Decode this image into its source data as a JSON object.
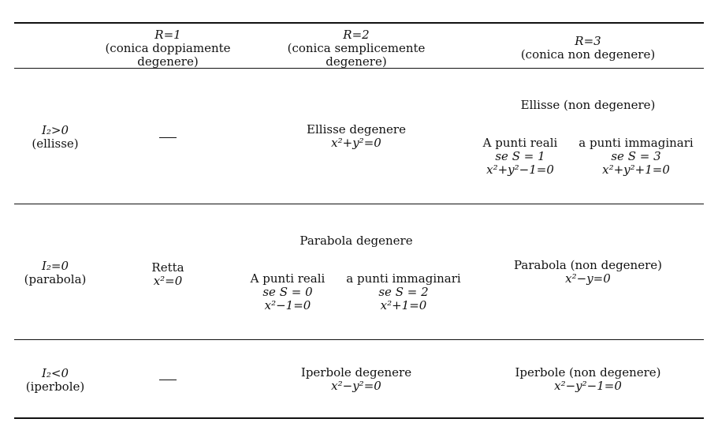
{
  "header": {
    "r1": {
      "label": "R=1",
      "desc_line1": "(conica doppiamente",
      "desc_line2": "degenere)"
    },
    "r2": {
      "label": "R=2",
      "desc_line1": "(conica semplicemente",
      "desc_line2": "degenere)"
    },
    "r3": {
      "label": "R=3",
      "desc_line1": "(conica non degenere)"
    }
  },
  "rows": {
    "ellisse": {
      "label_line1": "I₂>0",
      "label_line2": "(ellisse)",
      "r1": "—",
      "r2_title": "Ellisse degenere",
      "r2_eq": "x²+y²=0",
      "r3_title": "Ellisse (non degenere)",
      "r3_real_title": "A punti reali",
      "r3_real_cond": "se S = 1",
      "r3_real_eq": "x²+y²−1=0",
      "r3_imag_title": "a punti immaginari",
      "r3_imag_cond": "se S = 3",
      "r3_imag_eq": "x²+y²+1=0"
    },
    "parabola": {
      "label_line1": "I₂=0",
      "label_line2": "(parabola)",
      "r1_title": "Retta",
      "r1_eq": "x²=0",
      "r2_title": "Parabola degenere",
      "r2_real_title": "A punti reali",
      "r2_real_cond": "se S = 0",
      "r2_real_eq": "x²−1=0",
      "r2_imag_title": "a punti immaginari",
      "r2_imag_cond": "se S = 2",
      "r2_imag_eq": "x²+1=0",
      "r3_title": "Parabola (non degenere)",
      "r3_eq": "x²−y=0"
    },
    "iperbole": {
      "label_line1": "I₂<0",
      "label_line2": "(iperbole)",
      "r1": "—",
      "r2_title": "Iperbole degenere",
      "r2_eq": "x²−y²=0",
      "r3_title": "Iperbole (non degenere)",
      "r3_eq": "x²−y²−1=0"
    }
  }
}
